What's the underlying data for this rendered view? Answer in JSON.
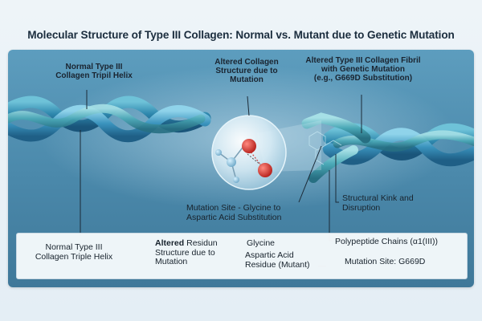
{
  "title": "Molecular Structure of Type III Collagen: Normal vs. Mutant due to Genetic Mutation",
  "labels": {
    "normal_helix_top": "Normal Type III\nCollagen Tripil Helix",
    "altered_structure": "Altered Collagen\nStructure due to\nMutation",
    "altered_fibril": "Altered Type III Collagen Fibril\nwith Genetic Mutation\n(e.g., G669D Substitution)",
    "mutation_site_desc": "Mutation Site - Glycine to\nAspartic Acid Substitution",
    "structural_kink": "Structural Kink and\nDisruption"
  },
  "legend": {
    "normal_helix": "Normal Type III\nCollagen Triple Helix",
    "altered_residue_bold": "Altered",
    "altered_residue_rest": " Residun\nStructure due to\nMutation",
    "glycine": "Glycine",
    "aspartic": "Aspartic Acid\nResidue (Mutant)",
    "polypeptide": "Polypeptide Chains (α1(III))",
    "mutation_site": "Mutation Site: G669D"
  },
  "colors": {
    "panel_bg": "#4f8fb0",
    "helix_dark": "#2f7da3",
    "helix_light": "#79c3de",
    "helix_teal": "#3e9fb0",
    "oxygen": "#d7312c"
  }
}
